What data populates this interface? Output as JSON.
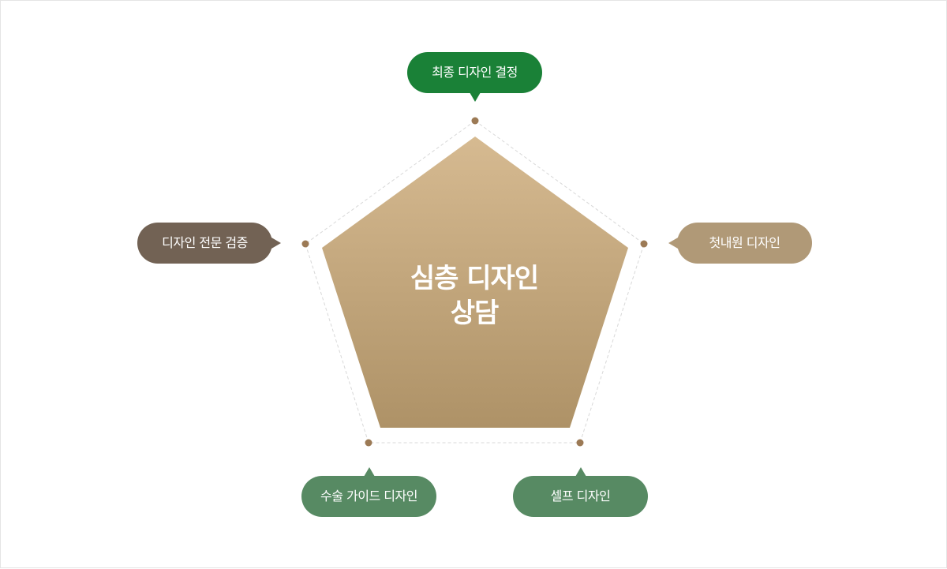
{
  "center": {
    "line1": "심층 디자인",
    "line2": "상담"
  },
  "nodes": [
    {
      "id": "top",
      "label": "최종 디자인 결정",
      "color": "#1a8137"
    },
    {
      "id": "right",
      "label": "첫내원 디자인",
      "color": "#b09977"
    },
    {
      "id": "bottom-right",
      "label": "셀프 디자인",
      "color": "#578a63"
    },
    {
      "id": "bottom-left",
      "label": "수술 가이드 디자인",
      "color": "#578a63"
    },
    {
      "id": "left",
      "label": "디자인 전문 검증",
      "color": "#726254"
    }
  ],
  "colors": {
    "pentagon_top": "#d6ba91",
    "pentagon_bottom": "#ae9267",
    "dot": "#9c7a55",
    "dashed_outline": "#d8d8d8"
  }
}
